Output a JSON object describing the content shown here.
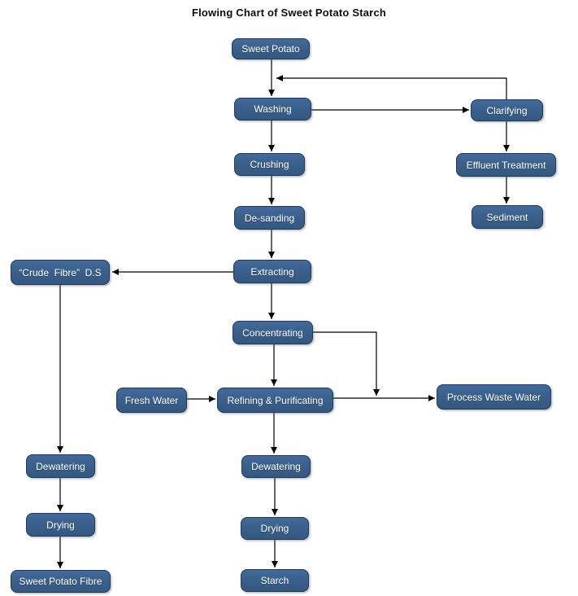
{
  "page": {
    "title": "Flowing Chart of Sweet Potato Starch"
  },
  "diagram": {
    "type": "flowchart",
    "colors": {
      "node_fill": "#3A608C",
      "node_border": "#1F3A5A",
      "node_text": "#FFFFFF",
      "connector": "#000000",
      "background": "#FFFFFF"
    },
    "nodes": {
      "sweet_potato": {
        "label": "Sweet Potato"
      },
      "washing": {
        "label": "Washing"
      },
      "clarifying": {
        "label": "Clarifying"
      },
      "crushing": {
        "label": "Crushing"
      },
      "effluent_treatment": {
        "label": "Effluent Treatment"
      },
      "de_sanding": {
        "label": "De-sanding"
      },
      "sediment": {
        "label": "Sediment"
      },
      "extracting": {
        "label": "Extracting"
      },
      "crude_fibre": {
        "label": "“Crude  Fibre”  D.S"
      },
      "concentrating": {
        "label": "Concentrating"
      },
      "fresh_water": {
        "label": "Fresh Water"
      },
      "refining_purificating": {
        "label": "Refining & Purificating"
      },
      "process_waste_water": {
        "label": "Process Waste Water"
      },
      "dewatering_main": {
        "label": "Dewatering"
      },
      "drying_main": {
        "label": "Drying"
      },
      "starch": {
        "label": "Starch"
      },
      "dewatering_fibre": {
        "label": "Dewatering"
      },
      "drying_fibre": {
        "label": "Drying"
      },
      "sweet_potato_fibre": {
        "label": "Sweet Potato Fibre"
      }
    },
    "edges": [
      {
        "from": "sweet_potato",
        "to": "washing"
      },
      {
        "from": "clarifying",
        "to": "washing",
        "note": "recycle water return line"
      },
      {
        "from": "washing",
        "to": "clarifying"
      },
      {
        "from": "washing",
        "to": "crushing"
      },
      {
        "from": "clarifying",
        "to": "effluent_treatment"
      },
      {
        "from": "effluent_treatment",
        "to": "sediment"
      },
      {
        "from": "crushing",
        "to": "de_sanding"
      },
      {
        "from": "de_sanding",
        "to": "extracting"
      },
      {
        "from": "extracting",
        "to": "crude_fibre"
      },
      {
        "from": "extracting",
        "to": "concentrating"
      },
      {
        "from": "crude_fibre",
        "to": "dewatering_fibre"
      },
      {
        "from": "concentrating",
        "to": "refining_purificating"
      },
      {
        "from": "concentrating",
        "to": "process_waste_water",
        "note": "joins waste water line"
      },
      {
        "from": "fresh_water",
        "to": "refining_purificating"
      },
      {
        "from": "refining_purificating",
        "to": "process_waste_water"
      },
      {
        "from": "refining_purificating",
        "to": "dewatering_main"
      },
      {
        "from": "dewatering_main",
        "to": "drying_main"
      },
      {
        "from": "drying_main",
        "to": "starch"
      },
      {
        "from": "dewatering_fibre",
        "to": "drying_fibre"
      },
      {
        "from": "drying_fibre",
        "to": "sweet_potato_fibre"
      }
    ]
  }
}
